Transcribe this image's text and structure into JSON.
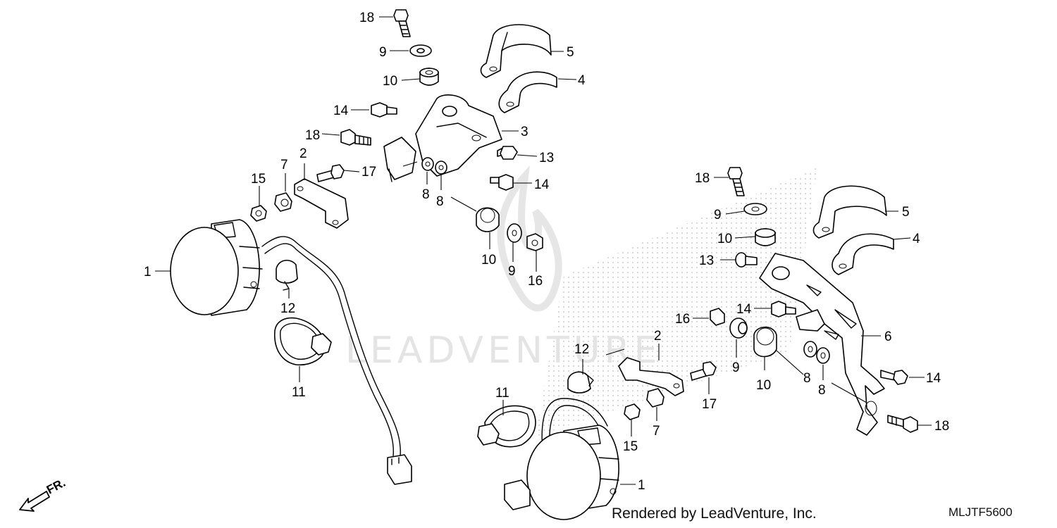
{
  "watermark": "LEADVENTURE",
  "credit": "Rendered by LeadVenture, Inc.",
  "diagram_code": "MLJTF5600",
  "direction_label": "FR.",
  "callouts_left": {
    "c18a": "18",
    "c9a": "9",
    "c10a": "10",
    "c14a": "14",
    "c18b": "18",
    "c2": "2",
    "c17": "17",
    "c7": "7",
    "c15": "15",
    "c5": "5",
    "c4": "4",
    "c3": "3",
    "c13": "13",
    "c14b": "14",
    "c8a": "8",
    "c8b": "8",
    "c10b": "10",
    "c9b": "9",
    "c16": "16",
    "c1": "1",
    "c12": "12",
    "c11": "11"
  },
  "callouts_right": {
    "c18a": "18",
    "c9a": "9",
    "c10a": "10",
    "c13": "13",
    "c5": "5",
    "c4": "4",
    "c14a": "14",
    "c16": "16",
    "c6": "6",
    "c2": "2",
    "c12": "12",
    "c9b": "9",
    "c10b": "10",
    "c8a": "8",
    "c8b": "8",
    "c14b": "14",
    "c18b": "18",
    "c17": "17",
    "c11": "11",
    "c7": "7",
    "c15": "15",
    "c1": "1"
  }
}
